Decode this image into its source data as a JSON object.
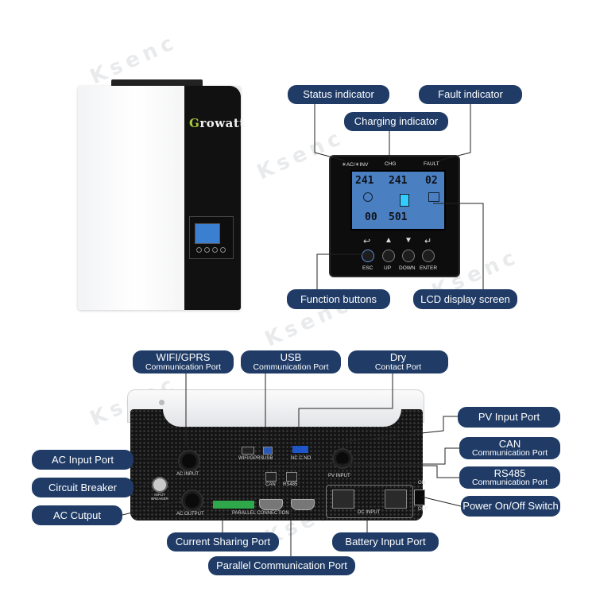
{
  "brand": {
    "logo_first": "G",
    "logo_rest": "rowatt",
    "watermark": "Ksenc"
  },
  "front_panel": {
    "top_labels": [
      "☀AC/☀INV",
      "CHG",
      "FAULT"
    ],
    "button_labels": [
      "ESC",
      "UP",
      "DOWN",
      "ENTER"
    ],
    "lcd_readouts": [
      "241",
      "241",
      "02",
      "00",
      "501"
    ]
  },
  "rear_labels": {
    "wifi_gprs": "WIFI/GPRS",
    "usb": "USB",
    "dry": "NC C NO",
    "ac_input": "AC INPUT",
    "breaker": "INPUT BREAKER",
    "ac_output": "AC OUTPUT",
    "pv_input": "PV INPUT",
    "can": "CAN",
    "rs485": "RS485",
    "parallel": "PARALLEL CONNECTION",
    "dc_input": "DC INPUT",
    "on": "ON",
    "off": "OFF"
  },
  "callouts": {
    "status_indicator": "Status indicator",
    "fault_indicator": "Fault indicator",
    "charging_indicator": "Charging indicator",
    "function_buttons": "Function buttons",
    "lcd_display_screen": "LCD display screen",
    "wifi_gprs_port_l1": "WIFI/GPRS",
    "wifi_gprs_port_l2": "Communication Port",
    "usb_port_l1": "USB",
    "usb_port_l2": "Communication Port",
    "dry_contact_l1": "Dry",
    "dry_contact_l2": "Contact Port",
    "pv_input_port": "PV Input Port",
    "can_port_l1": "CAN",
    "can_port_l2": "Communication Port",
    "rs485_port_l1": "RS485",
    "rs485_port_l2": "Communication Port",
    "power_switch": "Power On/Off Switch",
    "ac_input_port": "AC Input Port",
    "circuit_breaker": "Circuit Breaker",
    "ac_output": "AC Cutput",
    "current_sharing_port": "Current Sharing Port",
    "battery_input_port": "Battery Input Port",
    "parallel_comm_port": "Parallel Communication Port"
  },
  "colors": {
    "callout_bg": "#1f3b66",
    "leader": "#222222",
    "lcd": "#4a7fc2",
    "brand_green": "#a7c93c"
  }
}
